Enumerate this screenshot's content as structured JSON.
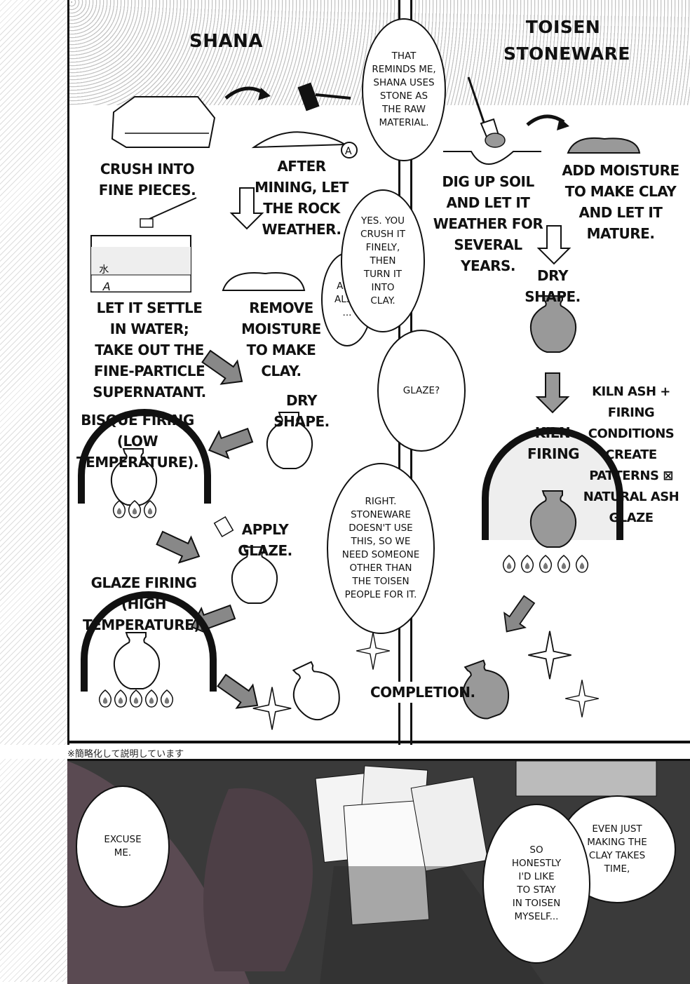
{
  "columns": {
    "left_title": "SHANA",
    "right_title_line1": "TOISEN",
    "right_title_line2": "STONEWARE"
  },
  "shana_steps": {
    "crush": "CRUSH INTO FINE PIECES.",
    "weather": "AFTER MINING, LET THE ROCK WEATHER.",
    "settle": "LET IT SETTLE IN WATER; TAKE OUT THE FINE-PARTICLE SUPERNATANT.",
    "remove": "REMOVE MOISTURE TO MAKE CLAY.",
    "dry": "DRY SHAPE.",
    "bisque": "BISQUE FIRING (LOW TEMPERATURE).",
    "glaze": "APPLY GLAZE.",
    "glaze_firing": "GLAZE FIRING (HIGH TEMPERATURE)."
  },
  "toisen_steps": {
    "dig": "DIG UP SOIL AND LET IT WEATHER FOR SEVERAL YEARS.",
    "moisture": "ADD MOISTURE TO MAKE CLAY AND LET IT MATURE.",
    "dry": "DRY SHAPE.",
    "kiln": "KILN FIRING",
    "ash": "KILN ASH + FIRING CONDITIONS CREATE PATTERNS ⊠ NATURAL ASH GLAZE",
    "completion": "COMPLETION."
  },
  "labels": {
    "water_kanji": "水",
    "layer_a": "A"
  },
  "bubbles": {
    "reminds": [
      "THAT",
      "REMINDS ME,",
      "SHANA USES",
      "STONE AS",
      "THE RAW",
      "MATERIAL."
    ],
    "yes": [
      "YES. YOU",
      "CRUSH IT",
      "FINELY,",
      "THEN",
      "TURN IT",
      "INTO",
      "CLAY."
    ],
    "also": [
      "AND",
      "ALSO",
      "..."
    ],
    "glaze_q": [
      "GLAZE?"
    ],
    "right": [
      "RIGHT.",
      "STONEWARE",
      "DOESN'T USE",
      "THIS, SO WE",
      "NEED SOMEONE",
      "OTHER THAN",
      "THE TOISEN",
      "PEOPLE FOR IT."
    ],
    "excuse": [
      "EXCUSE",
      "ME."
    ],
    "even": [
      "EVEN JUST",
      "MAKING THE",
      "CLAY TAKES",
      "TIME,"
    ],
    "honestly": [
      "SO",
      "HONESTLY",
      "I'D LIKE",
      "TO STAY",
      "IN TOISEN",
      "MYSELF..."
    ]
  },
  "footnote": "※簡略化して説明しています"
}
